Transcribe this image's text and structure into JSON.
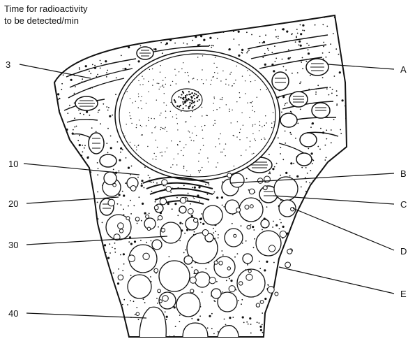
{
  "header": {
    "line1": "Time for radioactivity",
    "line2": "to be detected/min"
  },
  "time_labels": [
    "3",
    "10",
    "20",
    "30",
    "40"
  ],
  "structure_labels": [
    "A",
    "B",
    "C",
    "D",
    "E"
  ],
  "colors": {
    "ink": "#111111",
    "background": "#ffffff"
  }
}
